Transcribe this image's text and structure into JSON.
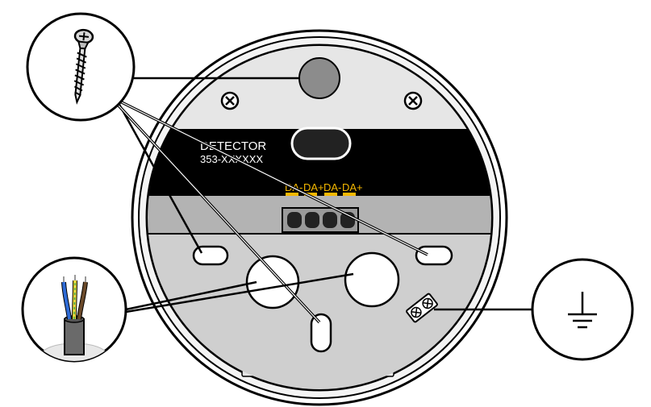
{
  "detector": {
    "title": "DETECTOR",
    "model": "353-XXXXXX"
  },
  "terminals": [
    "DA-",
    "DA+",
    "DA-",
    "DA+"
  ],
  "callouts": {
    "screw": "screw-icon",
    "cable": "cable-icon",
    "ground": "ground-icon"
  },
  "colors": {
    "label_band": "#000000",
    "terminal_text": "#f5b800",
    "base_light": "#e6e6e6",
    "base_mid": "#cfcfcf",
    "base_dark": "#b3b3b3"
  }
}
